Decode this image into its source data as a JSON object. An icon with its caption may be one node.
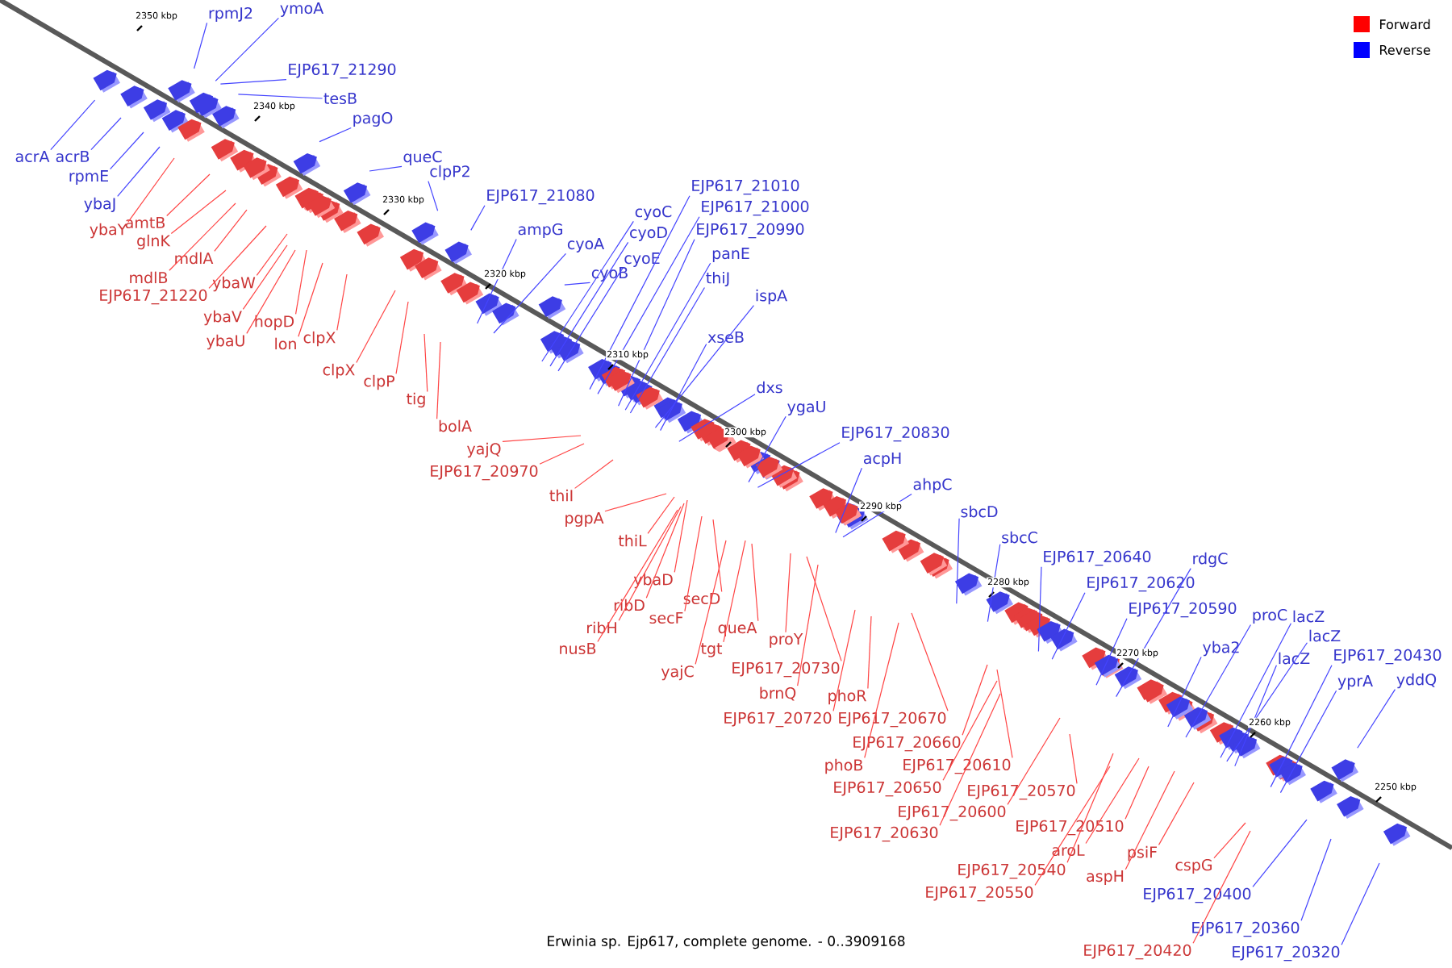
{
  "diagram": {
    "caption": "Erwinia sp. Ejp617, complete genome. - 0..3909168",
    "nodes": [
      {
        "text": [
          "rpmJ2"
        ]
      },
      {
        "text": [
          "ymoA"
        ]
      },
      {
        "text": [
          "EJP617_21290"
        ]
      },
      {
        "text": [
          "tesB"
        ]
      },
      {
        "text": [
          "pagO"
        ]
      },
      {
        "text": [
          "queC"
        ]
      },
      {
        "text": [
          "clpP2"
        ]
      },
      {
        "text": [
          "acrA"
        ]
      },
      {
        "text": [
          "acrB"
        ]
      },
      {
        "text": [
          "rpmE"
        ]
      },
      {
        "text": [
          "ybaJ"
        ]
      },
      {
        "text": [
          "ybaY"
        ]
      },
      {
        "text": [
          "amtB"
        ]
      },
      {
        "text": [
          "glnK"
        ]
      },
      {
        "text": [
          "mdlA"
        ]
      },
      {
        "text": [
          "mdlB"
        ]
      },
      {
        "text": [
          "EJP617_21220"
        ]
      },
      {
        "text": [
          "ybaW"
        ]
      },
      {
        "text": [
          "ybaV"
        ]
      },
      {
        "text": [
          "hopD"
        ]
      },
      {
        "text": [
          "ybaU"
        ]
      },
      {
        "text": [
          "lon"
        ]
      },
      {
        "text": [
          "clpX"
        ]
      },
      {
        "text": [
          "clpX"
        ]
      },
      {
        "text": [
          "clpP"
        ]
      },
      {
        "text": [
          "tig"
        ]
      },
      {
        "text": [
          "bolA"
        ]
      },
      {
        "text": [
          "EJP617_21080"
        ]
      },
      {
        "text": [
          "ampG"
        ]
      },
      {
        "text": [
          "cyoA"
        ]
      },
      {
        "text": [
          "cyoB"
        ]
      },
      {
        "text": [
          "cyoC"
        ]
      },
      {
        "text": [
          "cyoD"
        ]
      },
      {
        "text": [
          "cyoE"
        ]
      },
      {
        "text": [
          "EJP617_21010"
        ]
      },
      {
        "text": [
          "EJP617_21000"
        ]
      },
      {
        "text": [
          "EJP617_20990"
        ]
      },
      {
        "text": [
          "panE"
        ]
      },
      {
        "text": [
          "thiJ"
        ]
      },
      {
        "text": [
          "ispA"
        ]
      },
      {
        "text": [
          "xseB"
        ]
      },
      {
        "text": [
          "dxs"
        ]
      },
      {
        "text": [
          "ygaU"
        ]
      },
      {
        "text": [
          "EJP617_20830"
        ]
      },
      {
        "text": [
          "acpH"
        ]
      },
      {
        "text": [
          "ahpC"
        ]
      },
      {
        "text": [
          "yajQ"
        ]
      },
      {
        "text": [
          "EJP617_20970"
        ]
      },
      {
        "text": [
          "thiI"
        ]
      },
      {
        "text": [
          "pgpA"
        ]
      },
      {
        "text": [
          "thiL"
        ]
      },
      {
        "text": [
          "ybaD"
        ]
      },
      {
        "text": [
          "ribD"
        ]
      },
      {
        "text": [
          "ribH"
        ]
      },
      {
        "text": [
          "nusB"
        ]
      },
      {
        "text": [
          "secF"
        ]
      },
      {
        "text": [
          "secD"
        ]
      },
      {
        "text": [
          "queA"
        ]
      },
      {
        "text": [
          "tgt"
        ]
      },
      {
        "text": [
          "yajC"
        ]
      },
      {
        "text": [
          "proY"
        ]
      },
      {
        "text": [
          "EJP617_20730"
        ]
      },
      {
        "text": [
          "brnQ"
        ]
      },
      {
        "text": [
          "phoR"
        ]
      },
      {
        "text": [
          "EJP617_20720"
        ]
      },
      {
        "text": [
          "EJP617_20670"
        ]
      },
      {
        "text": [
          "EJP617_20660"
        ]
      },
      {
        "text": [
          "phoB"
        ]
      },
      {
        "text": [
          "EJP617_20610"
        ]
      },
      {
        "text": [
          "EJP617_20650"
        ]
      },
      {
        "text": [
          "EJP617_20570"
        ]
      },
      {
        "text": [
          "EJP617_20600"
        ]
      },
      {
        "text": [
          "EJP617_20630"
        ]
      },
      {
        "text": [
          "EJP617_20510"
        ]
      },
      {
        "text": [
          "aroL"
        ]
      },
      {
        "text": [
          "EJP617_20540"
        ]
      },
      {
        "text": [
          "aspH"
        ]
      },
      {
        "text": [
          "psiF"
        ]
      },
      {
        "text": [
          "EJP617_20550"
        ]
      },
      {
        "text": [
          "cspG"
        ]
      },
      {
        "text": [
          "EJP617_20420"
        ]
      },
      {
        "text": [
          "sbcD"
        ]
      },
      {
        "text": [
          "sbcC"
        ]
      },
      {
        "text": [
          "EJP617_20640"
        ]
      },
      {
        "text": [
          "EJP617_20620"
        ]
      },
      {
        "text": [
          "rdgC"
        ]
      },
      {
        "text": [
          "EJP617_20590"
        ]
      },
      {
        "text": [
          "yba2"
        ]
      },
      {
        "text": [
          "proC"
        ]
      },
      {
        "text": [
          "lacZ"
        ]
      },
      {
        "text": [
          "lacZ"
        ]
      },
      {
        "text": [
          "lacZ"
        ]
      },
      {
        "text": [
          "EJP617_20430"
        ]
      },
      {
        "text": [
          "yprA"
        ]
      },
      {
        "text": [
          "yddQ"
        ]
      },
      {
        "text": [
          "EJP617_20400"
        ]
      },
      {
        "text": [
          "EJP617_20360"
        ]
      },
      {
        "text": [
          "EJP617_20320"
        ]
      }
    ],
    "edges": [
      {
        "from": 0,
        "to": null,
        "arrow": "none",
        "color": "#4444ff"
      },
      {
        "from": 1,
        "to": null,
        "arrow": "none",
        "color": "#4444ff"
      },
      {
        "from": 2,
        "to": null,
        "arrow": "none",
        "color": "#4444ff"
      },
      {
        "from": 3,
        "to": null,
        "arrow": "none",
        "color": "#4444ff"
      },
      {
        "from": 4,
        "to": null,
        "arrow": "none",
        "color": "#4444ff"
      },
      {
        "from": 5,
        "to": null,
        "arrow": "none",
        "color": "#4444ff"
      },
      {
        "from": 6,
        "to": null,
        "arrow": "none",
        "color": "#4444ff"
      },
      {
        "from": 7,
        "to": null,
        "arrow": "none",
        "color": "#4444ff"
      },
      {
        "from": 8,
        "to": null,
        "arrow": "none",
        "color": "#4444ff"
      },
      {
        "from": 9,
        "to": null,
        "arrow": "none",
        "color": "#4444ff"
      },
      {
        "from": 10,
        "to": null,
        "arrow": "none",
        "color": "#4444ff"
      },
      {
        "from": 11,
        "to": null,
        "arrow": "none",
        "color": "#ff4444"
      },
      {
        "from": 12,
        "to": null,
        "arrow": "none",
        "color": "#ff4444"
      },
      {
        "from": 13,
        "to": null,
        "arrow": "none",
        "color": "#ff4444"
      },
      {
        "from": 14,
        "to": null,
        "arrow": "none",
        "color": "#ff4444"
      },
      {
        "from": 15,
        "to": null,
        "arrow": "none",
        "color": "#ff4444"
      },
      {
        "from": 16,
        "to": null,
        "arrow": "none",
        "color": "#ff4444"
      },
      {
        "from": 17,
        "to": null,
        "arrow": "none",
        "color": "#ff4444"
      },
      {
        "from": 18,
        "to": null,
        "arrow": "none",
        "color": "#ff4444"
      },
      {
        "from": 19,
        "to": null,
        "arrow": "none",
        "color": "#ff4444"
      },
      {
        "from": 20,
        "to": null,
        "arrow": "none",
        "color": "#ff4444"
      },
      {
        "from": 21,
        "to": null,
        "arrow": "none",
        "color": "#ff4444"
      },
      {
        "from": 22,
        "to": null,
        "arrow": "none",
        "color": "#ff4444"
      },
      {
        "from": 23,
        "to": null,
        "arrow": "none",
        "color": "#ff4444"
      },
      {
        "from": 24,
        "to": null,
        "arrow": "none",
        "color": "#ff4444"
      },
      {
        "from": 25,
        "to": null,
        "arrow": "none",
        "color": "#ff4444"
      },
      {
        "from": 26,
        "to": null,
        "arrow": "none",
        "color": "#ff4444"
      },
      {
        "from": 27,
        "to": null,
        "arrow": "none",
        "color": "#4444ff"
      },
      {
        "from": 28,
        "to": null,
        "arrow": "none",
        "color": "#4444ff"
      },
      {
        "from": 29,
        "to": null,
        "arrow": "none",
        "color": "#4444ff"
      },
      {
        "from": 30,
        "to": null,
        "arrow": "none",
        "color": "#4444ff"
      },
      {
        "from": 31,
        "to": null,
        "arrow": "none",
        "color": "#4444ff"
      },
      {
        "from": 32,
        "to": null,
        "arrow": "none",
        "color": "#4444ff"
      },
      {
        "from": 33,
        "to": null,
        "arrow": "none",
        "color": "#4444ff"
      },
      {
        "from": 34,
        "to": null,
        "arrow": "none",
        "color": "#4444ff"
      },
      {
        "from": 35,
        "to": null,
        "arrow": "none",
        "color": "#4444ff"
      },
      {
        "from": 36,
        "to": null,
        "arrow": "none",
        "color": "#4444ff"
      },
      {
        "from": 37,
        "to": null,
        "arrow": "none",
        "color": "#4444ff"
      },
      {
        "from": 38,
        "to": null,
        "arrow": "none",
        "color": "#4444ff"
      },
      {
        "from": 39,
        "to": null,
        "arrow": "none",
        "color": "#4444ff"
      },
      {
        "from": 40,
        "to": null,
        "arrow": "none",
        "color": "#4444ff"
      },
      {
        "from": 41,
        "to": null,
        "arrow": "none",
        "color": "#4444ff"
      },
      {
        "from": 42,
        "to": null,
        "arrow": "none",
        "color": "#4444ff"
      },
      {
        "from": 43,
        "to": null,
        "arrow": "none",
        "color": "#4444ff"
      },
      {
        "from": 44,
        "to": null,
        "arrow": "none",
        "color": "#4444ff"
      },
      {
        "from": 45,
        "to": null,
        "arrow": "none",
        "color": "#4444ff"
      },
      {
        "from": 46,
        "to": null,
        "arrow": "none",
        "color": "#ff4444"
      },
      {
        "from": 47,
        "to": null,
        "arrow": "none",
        "color": "#ff4444"
      },
      {
        "from": 48,
        "to": null,
        "arrow": "none",
        "color": "#ff4444"
      },
      {
        "from": 49,
        "to": null,
        "arrow": "none",
        "color": "#ff4444"
      },
      {
        "from": 50,
        "to": null,
        "arrow": "none",
        "color": "#ff4444"
      },
      {
        "from": 51,
        "to": null,
        "arrow": "none",
        "color": "#ff4444"
      },
      {
        "from": 52,
        "to": null,
        "arrow": "none",
        "color": "#ff4444"
      },
      {
        "from": 53,
        "to": null,
        "arrow": "none",
        "color": "#ff4444"
      },
      {
        "from": 54,
        "to": null,
        "arrow": "none",
        "color": "#ff4444"
      },
      {
        "from": 55,
        "to": null,
        "arrow": "none",
        "color": "#ff4444"
      },
      {
        "from": 56,
        "to": null,
        "arrow": "none",
        "color": "#ff4444"
      },
      {
        "from": 57,
        "to": null,
        "arrow": "none",
        "color": "#ff4444"
      },
      {
        "from": 58,
        "to": null,
        "arrow": "none",
        "color": "#ff4444"
      },
      {
        "from": 59,
        "to": null,
        "arrow": "none",
        "color": "#ff4444"
      },
      {
        "from": 60,
        "to": null,
        "arrow": "none",
        "color": "#ff4444"
      },
      {
        "from": 61,
        "to": null,
        "arrow": "none",
        "color": "#ff4444"
      },
      {
        "from": 62,
        "to": null,
        "arrow": "none",
        "color": "#ff4444"
      },
      {
        "from": 63,
        "to": null,
        "arrow": "none",
        "color": "#ff4444"
      },
      {
        "from": 64,
        "to": null,
        "arrow": "none",
        "color": "#ff4444"
      },
      {
        "from": 65,
        "to": null,
        "arrow": "none",
        "color": "#ff4444"
      },
      {
        "from": 66,
        "to": null,
        "arrow": "none",
        "color": "#ff4444"
      },
      {
        "from": 67,
        "to": null,
        "arrow": "none",
        "color": "#ff4444"
      },
      {
        "from": 68,
        "to": null,
        "arrow": "none",
        "color": "#ff4444"
      },
      {
        "from": 69,
        "to": null,
        "arrow": "none",
        "color": "#ff4444"
      },
      {
        "from": 70,
        "to": null,
        "arrow": "none",
        "color": "#ff4444"
      },
      {
        "from": 71,
        "to": null,
        "arrow": "none",
        "color": "#ff4444"
      },
      {
        "from": 72,
        "to": null,
        "arrow": "none",
        "color": "#ff4444"
      },
      {
        "from": 73,
        "to": null,
        "arrow": "none",
        "color": "#ff4444"
      },
      {
        "from": 74,
        "to": null,
        "arrow": "none",
        "color": "#ff4444"
      },
      {
        "from": 75,
        "to": null,
        "arrow": "none",
        "color": "#ff4444"
      },
      {
        "from": 76,
        "to": null,
        "arrow": "none",
        "color": "#ff4444"
      },
      {
        "from": 77,
        "to": null,
        "arrow": "none",
        "color": "#ff4444"
      },
      {
        "from": 78,
        "to": null,
        "arrow": "none",
        "color": "#ff4444"
      },
      {
        "from": 79,
        "to": null,
        "arrow": "none",
        "color": "#ff4444"
      },
      {
        "from": 80,
        "to": null,
        "arrow": "none",
        "color": "#ff4444"
      },
      {
        "from": 81,
        "to": null,
        "arrow": "none",
        "color": "#4444ff"
      },
      {
        "from": 82,
        "to": null,
        "arrow": "none",
        "color": "#4444ff"
      },
      {
        "from": 83,
        "to": null,
        "arrow": "none",
        "color": "#4444ff"
      },
      {
        "from": 84,
        "to": null,
        "arrow": "none",
        "color": "#4444ff"
      },
      {
        "from": 85,
        "to": null,
        "arrow": "none",
        "color": "#4444ff"
      },
      {
        "from": 86,
        "to": null,
        "arrow": "none",
        "color": "#4444ff"
      },
      {
        "from": 87,
        "to": null,
        "arrow": "none",
        "color": "#4444ff"
      },
      {
        "from": 88,
        "to": null,
        "arrow": "none",
        "color": "#4444ff"
      },
      {
        "from": 89,
        "to": null,
        "arrow": "none",
        "color": "#4444ff"
      },
      {
        "from": 90,
        "to": null,
        "arrow": "none",
        "color": "#4444ff"
      },
      {
        "from": 91,
        "to": null,
        "arrow": "none",
        "color": "#4444ff"
      },
      {
        "from": 92,
        "to": null,
        "arrow": "none",
        "color": "#4444ff"
      },
      {
        "from": 93,
        "to": null,
        "arrow": "none",
        "color": "#4444ff"
      },
      {
        "from": 94,
        "to": null,
        "arrow": "none",
        "color": "#4444ff"
      },
      {
        "from": 95,
        "to": null,
        "arrow": "none",
        "color": "#4444ff"
      },
      {
        "from": 96,
        "to": null,
        "arrow": "none",
        "color": "#4444ff"
      },
      {
        "from": 97,
        "to": null,
        "arrow": "none",
        "color": "#4444ff"
      }
    ],
    "labels": [
      "2350 kbp",
      "2340 kbp",
      "2330 kbp",
      "2320 kbp",
      "2310 kbp",
      "2300 kbp",
      "2290 kbp",
      "2280 kbp",
      "2270 kbp",
      "2260 kbp",
      "2250 kbp"
    ],
    "legend": [
      {
        "text": "Forward",
        "color": "#ff0000"
      },
      {
        "text": "Reverse",
        "color": "#0000ff"
      }
    ]
  }
}
